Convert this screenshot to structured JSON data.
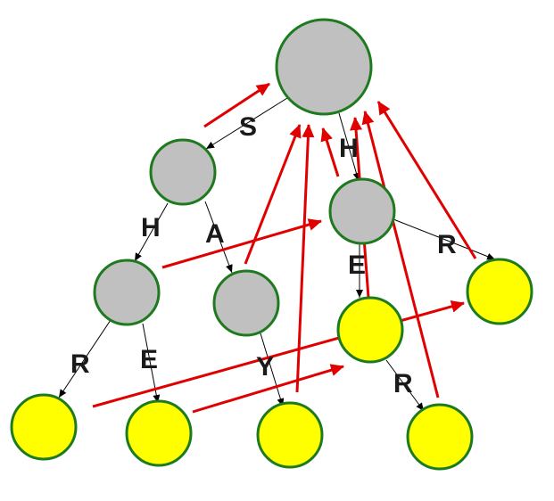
{
  "diagram": {
    "type": "trie-with-failure-links",
    "colors": {
      "internal_node_fill": "#c0c0c0",
      "leaf_node_fill": "#ffff00",
      "node_stroke": "#1e7a1e",
      "tree_edge": "#000000",
      "failure_link": "#e00000"
    },
    "nodes": [
      {
        "id": "root",
        "kind": "internal"
      },
      {
        "id": "s",
        "kind": "internal"
      },
      {
        "id": "h",
        "kind": "internal"
      },
      {
        "id": "sh",
        "kind": "internal"
      },
      {
        "id": "sa",
        "kind": "internal"
      },
      {
        "id": "he",
        "kind": "internal"
      },
      {
        "id": "hr",
        "kind": "leaf"
      },
      {
        "id": "shr",
        "kind": "leaf"
      },
      {
        "id": "she",
        "kind": "leaf"
      },
      {
        "id": "say",
        "kind": "leaf"
      },
      {
        "id": "hee",
        "kind": "leaf"
      },
      {
        "id": "heer",
        "kind": "leaf"
      }
    ],
    "edges": [
      {
        "id": "root-s",
        "label": "S"
      },
      {
        "id": "root-h",
        "label": "H"
      },
      {
        "id": "s-sh",
        "label": "H"
      },
      {
        "id": "s-sa",
        "label": "A"
      },
      {
        "id": "h-he",
        "label": "E"
      },
      {
        "id": "h-hr",
        "label": "R"
      },
      {
        "id": "sh-shr",
        "label": "R"
      },
      {
        "id": "sh-she",
        "label": "E"
      },
      {
        "id": "sa-say",
        "label": "Y"
      },
      {
        "id": "he-heer",
        "label": "R"
      }
    ]
  }
}
